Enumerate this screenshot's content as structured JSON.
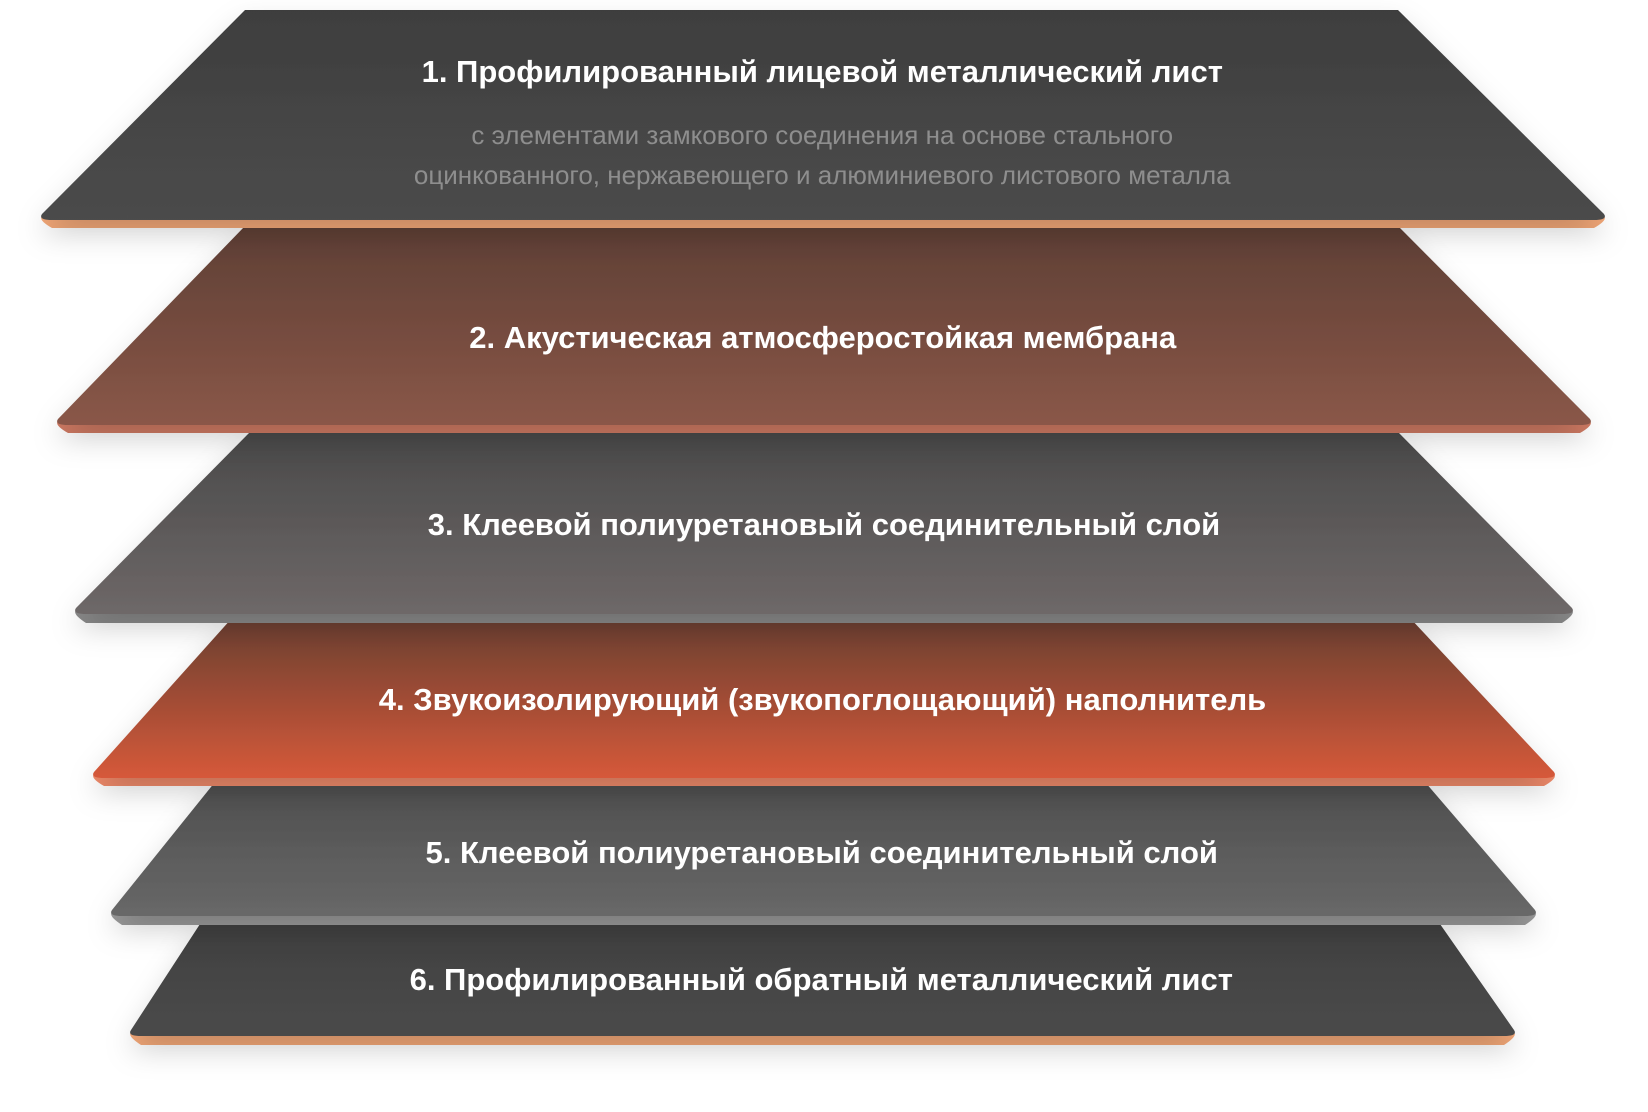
{
  "layers": [
    {
      "title": "1. Профилированный лицевой металлический лист",
      "description": [
        "с элементами замкового соединения на основе стального",
        "оцинкованного, нержавеющего и алюминиевого листового металла"
      ],
      "colors": {
        "top": "#3e3e3e",
        "bottom": "#4b4b4b",
        "edge": "#f3a878"
      }
    },
    {
      "title": "2. Акустическая атмосферостойкая мембрана",
      "colors": {
        "top": "#5e3f35",
        "bottom": "#8a5748",
        "edge": "#cf7a63"
      }
    },
    {
      "title": "3. Клеевой полиуретановый соединительный слой",
      "colors": {
        "top": "#494949",
        "bottom": "#6e6868",
        "edge": "#8a8a8a"
      }
    },
    {
      "title": "4. Звукоизолирующий (звукопоглощающий) наполнитель",
      "colors": {
        "top": "#6a3f30",
        "bottom": "#d6593a",
        "edge": "#ef8a6a"
      }
    },
    {
      "title": "5. Клеевой полиуретановый соединительный слой",
      "colors": {
        "top": "#4e4e4e",
        "bottom": "#686868",
        "edge": "#9a9a9a"
      }
    },
    {
      "title": "6. Профилированный обратный металлический лист",
      "colors": {
        "top": "#404040",
        "bottom": "#4a4a4a",
        "edge": "#f3a878"
      }
    }
  ]
}
